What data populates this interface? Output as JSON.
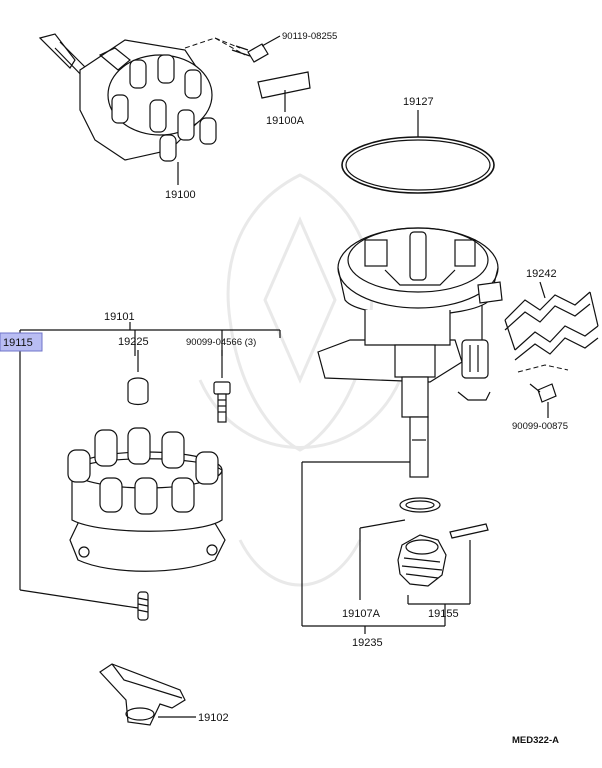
{
  "colors": {
    "ink": "#111111",
    "highlight_fill": "#b9bdf3",
    "highlight_border": "#6f74c9",
    "watermark": "#e9e9e9"
  },
  "labels": {
    "p19100": "19100",
    "p90119": "90119-08255",
    "p19100A": "19100A",
    "p19127": "19127",
    "p19101": "19101",
    "p19115": "19115",
    "p19225": "19225",
    "p90099a": "90099-04566 (3)",
    "p19242": "19242",
    "p90099b": "90099-00875",
    "p19107A": "19107A",
    "p19155": "19155",
    "p19235": "19235",
    "p19102": "19102",
    "diagram_code": "MED322-A"
  },
  "highlighted_part": "19115"
}
